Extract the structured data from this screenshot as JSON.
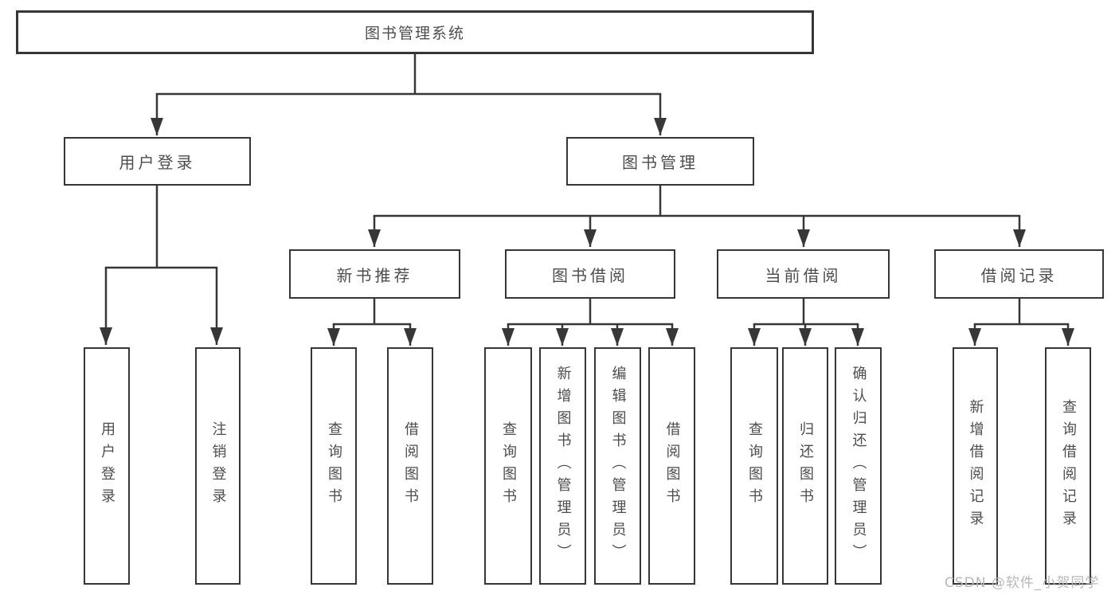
{
  "title": "图书管理系统",
  "user_branch": {
    "label": "用户登录",
    "children": [
      "用户登录",
      "注销登录"
    ]
  },
  "book_branch": {
    "label": "图书管理",
    "sections": [
      {
        "label": "新书推荐",
        "children": [
          "查询图书",
          "借阅图书"
        ]
      },
      {
        "label": "图书借阅",
        "children": [
          "查询图书",
          "新增图书（管理员）",
          "编辑图书（管理员）",
          "借阅图书"
        ]
      },
      {
        "label": "当前借阅",
        "children": [
          "查询图书",
          "归还图书",
          "确认归还（管理员）"
        ]
      },
      {
        "label": "借阅记录",
        "children": [
          "新增借阅记录",
          "查询借阅记录"
        ]
      }
    ]
  },
  "watermark": "CSDN @软件_小贺同学",
  "colors": {
    "line": "#373737",
    "border": "#363636",
    "text": "#4d4d4d",
    "watermark": "#b8b8b8",
    "background": "#ffffff"
  }
}
